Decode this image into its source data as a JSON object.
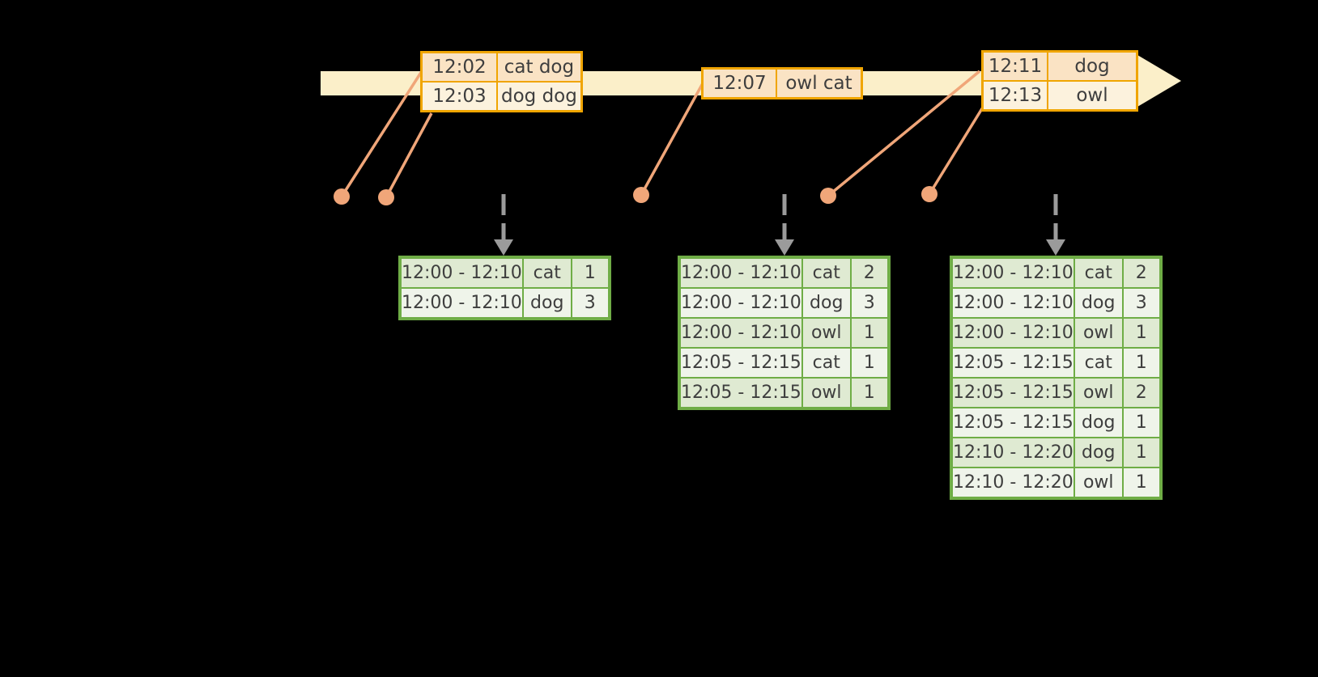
{
  "colors": {
    "background": "#000000",
    "band": "#FBEFC9",
    "event_border": "#F0A500",
    "event_fill_odd": "#FAE3C4",
    "event_fill_even": "#FCF2DD",
    "connector": "#F0A679",
    "trigger": "#9B9B9B",
    "table_border": "#6FAD46",
    "table_fill_odd": "#DFEAD2",
    "table_fill_even": "#EFF4EA",
    "text": "#3E3E3E"
  },
  "icons": {
    "timeline_arrowhead": "right-arrow-triangle",
    "trigger_arrow": "dashed-down-arrow",
    "event_dot": "filled-circle"
  },
  "timeline": {
    "event_boxes": [
      {
        "id": "event-box-1",
        "rows": [
          {
            "time": "12:02",
            "words": "cat dog"
          },
          {
            "time": "12:03",
            "words": "dog dog"
          }
        ]
      },
      {
        "id": "event-box-2",
        "rows": [
          {
            "time": "12:07",
            "words": "owl cat"
          }
        ]
      },
      {
        "id": "event-box-3",
        "rows": [
          {
            "time": "12:11",
            "words": "dog"
          },
          {
            "time": "12:13",
            "words": "owl"
          }
        ]
      }
    ]
  },
  "result_tables": [
    {
      "id": "result-table-1",
      "rows": [
        {
          "window": "12:00 - 12:10",
          "word": "cat",
          "count": "1"
        },
        {
          "window": "12:00 - 12:10",
          "word": "dog",
          "count": "3"
        }
      ]
    },
    {
      "id": "result-table-2",
      "rows": [
        {
          "window": "12:00 - 12:10",
          "word": "cat",
          "count": "2"
        },
        {
          "window": "12:00 - 12:10",
          "word": "dog",
          "count": "3"
        },
        {
          "window": "12:00 - 12:10",
          "word": "owl",
          "count": "1"
        },
        {
          "window": "12:05 - 12:15",
          "word": "cat",
          "count": "1"
        },
        {
          "window": "12:05 - 12:15",
          "word": "owl",
          "count": "1"
        }
      ]
    },
    {
      "id": "result-table-3",
      "rows": [
        {
          "window": "12:00 - 12:10",
          "word": "cat",
          "count": "2"
        },
        {
          "window": "12:00 - 12:10",
          "word": "dog",
          "count": "3"
        },
        {
          "window": "12:00 - 12:10",
          "word": "owl",
          "count": "1"
        },
        {
          "window": "12:05 - 12:15",
          "word": "cat",
          "count": "1"
        },
        {
          "window": "12:05 - 12:15",
          "word": "owl",
          "count": "2"
        },
        {
          "window": "12:05 - 12:15",
          "word": "dog",
          "count": "1"
        },
        {
          "window": "12:10 - 12:20",
          "word": "dog",
          "count": "1"
        },
        {
          "window": "12:10 - 12:20",
          "word": "owl",
          "count": "1"
        }
      ]
    }
  ]
}
